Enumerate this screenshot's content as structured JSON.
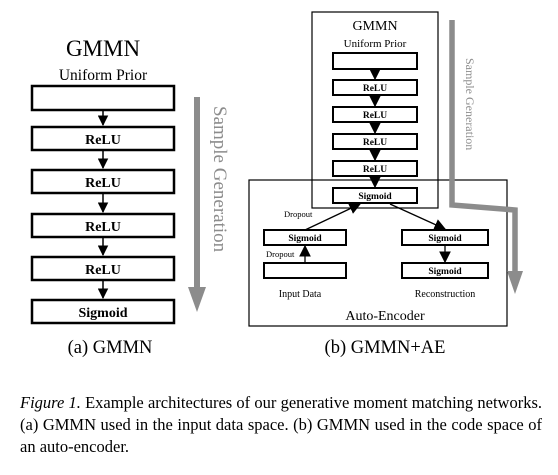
{
  "panel_a": {
    "title": "GMMN",
    "prior_label": "Uniform Prior",
    "layers": [
      "",
      "ReLU",
      "ReLU",
      "ReLU",
      "ReLU",
      "Sigmoid"
    ],
    "arrow_label": "Sample Generation",
    "caption": "(a) GMMN"
  },
  "panel_b": {
    "gmmn_title": "GMMN",
    "prior_label": "Uniform Prior",
    "gmmn_layers": [
      "",
      "ReLU",
      "ReLU",
      "ReLU",
      "ReLU",
      "Sigmoid"
    ],
    "arrow_label": "Sample Generation",
    "encoder_input_box": "",
    "encoder_hidden_box": "Sigmoid",
    "dropout_upper": "Dropout",
    "dropout_lower": "Dropout",
    "input_label": "Input Data",
    "decoder_top_box": "Sigmoid",
    "decoder_bottom_box": "Sigmoid",
    "reconstruction_label": "Reconstruction",
    "autoencoder_label": "Auto-Encoder",
    "caption": "(b) GMMN+AE"
  },
  "figure_caption": {
    "label": "Figure 1.",
    "text": " Example architectures of our generative moment matching networks. (a) GMMN used in the input data space. (b) GMMN used in the code space of an auto-encoder."
  },
  "colors": {
    "stroke": "#000000",
    "generation_arrow": "#8c8c8c"
  }
}
